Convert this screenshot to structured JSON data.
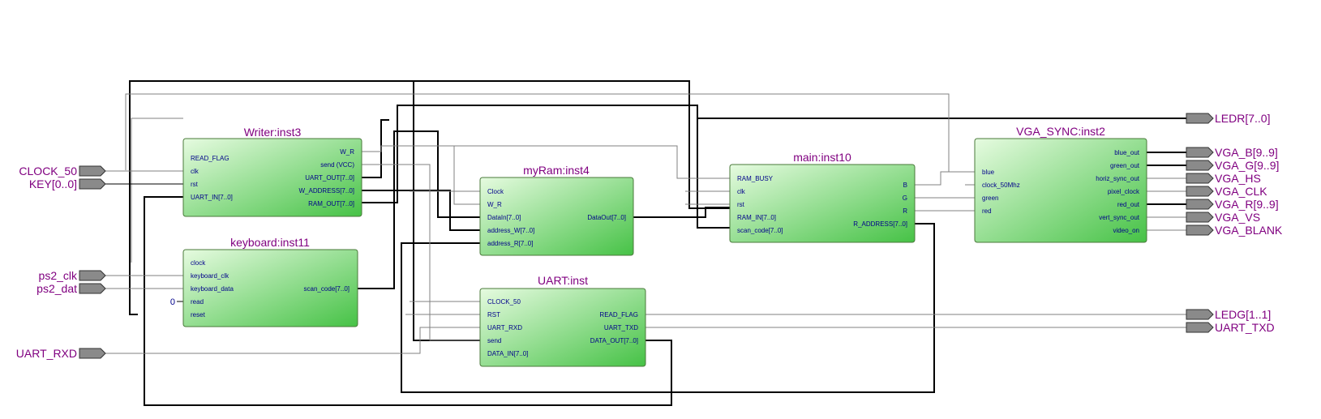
{
  "blocks": {
    "writer": {
      "title": "Writer:inst3",
      "inputs": [
        "READ_FLAG",
        "clk",
        "rst",
        "UART_IN[7..0]"
      ],
      "outputs": [
        "W_R",
        "send (VCC)",
        "UART_OUT[7..0]",
        "W_ADDRESS[7..0]",
        "RAM_OUT[7..0]"
      ]
    },
    "keyboard": {
      "title": "keyboard:inst11",
      "inputs": [
        "clock",
        "keyboard_clk",
        "keyboard_data",
        "read",
        "reset"
      ],
      "outputs": [
        "scan_code[7..0]"
      ]
    },
    "myram": {
      "title": "myRam:inst4",
      "inputs": [
        "Clock",
        "W_R",
        "DataIn[7..0]",
        "address_W[7..0]",
        "address_R[7..0]"
      ],
      "outputs": [
        "DataOut[7..0]"
      ]
    },
    "uart": {
      "title": "UART:inst",
      "inputs": [
        "CLOCK_50",
        "RST",
        "UART_RXD",
        "send",
        "DATA_IN[7..0]"
      ],
      "outputs": [
        "READ_FLAG",
        "UART_TXD",
        "DATA_OUT[7..0]"
      ]
    },
    "main": {
      "title": "main:inst10",
      "inputs": [
        "RAM_BUSY",
        "clk",
        "rst",
        "RAM_IN[7..0]",
        "scan_code[7..0]"
      ],
      "outputs": [
        "B",
        "G",
        "R",
        "R_ADDRESS[7..0]"
      ]
    },
    "vga": {
      "title": "VGA_SYNC:inst2",
      "inputs": [
        "blue",
        "clock_50Mhz",
        "green",
        "red"
      ],
      "outputs": [
        "blue_out",
        "green_out",
        "horiz_sync_out",
        "pixel_clock",
        "red_out",
        "vert_sync_out",
        "video_on"
      ]
    }
  },
  "input_pins": [
    "CLOCK_50",
    "KEY[0..0]",
    "ps2_clk",
    "ps2_dat",
    "UART_RXD"
  ],
  "output_pins": [
    "LEDR[7..0]",
    "VGA_B[9..9]",
    "VGA_G[9..9]",
    "VGA_HS",
    "VGA_CLK",
    "VGA_R[9..9]",
    "VGA_VS",
    "VGA_BLANK",
    "LEDG[1..1]",
    "UART_TXD"
  ],
  "constant_read": "0",
  "colors": {
    "block_fill_light": "#e6fbe0",
    "block_fill_dark": "#46c246",
    "label": "#800080",
    "port": "#00008b",
    "pin": "#8a8a8a"
  }
}
